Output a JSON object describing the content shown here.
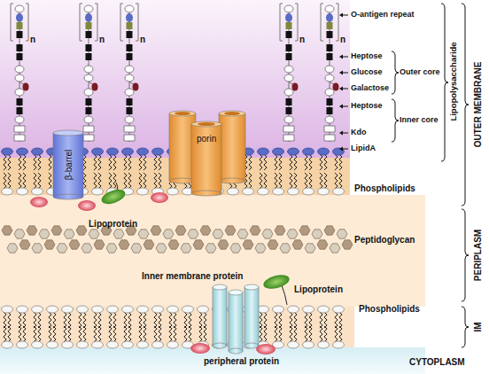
{
  "diagram": {
    "nodes": [
      {
        "text": [
          "β-barrel"
        ]
      },
      {
        "text": [
          "porin"
        ]
      }
    ],
    "labels": [
      "O-antigen repeat",
      "n",
      "n",
      "n",
      "n",
      "n",
      "Heptose",
      "Glucose",
      "Galactose",
      "Heptose",
      "Kdo",
      "LipidA",
      "Outer core",
      "Inner core",
      "Lipopolysaccharide",
      "OUTER MEMBRANE",
      "Phospholipids",
      "Lipoprotein",
      "PERIPLASM",
      "Peptidoglycan",
      "Inner membrane protein",
      "Lipoprotein",
      "Phospholipids",
      "IM",
      "peripheral protein",
      "CYTOPLASM"
    ]
  }
}
